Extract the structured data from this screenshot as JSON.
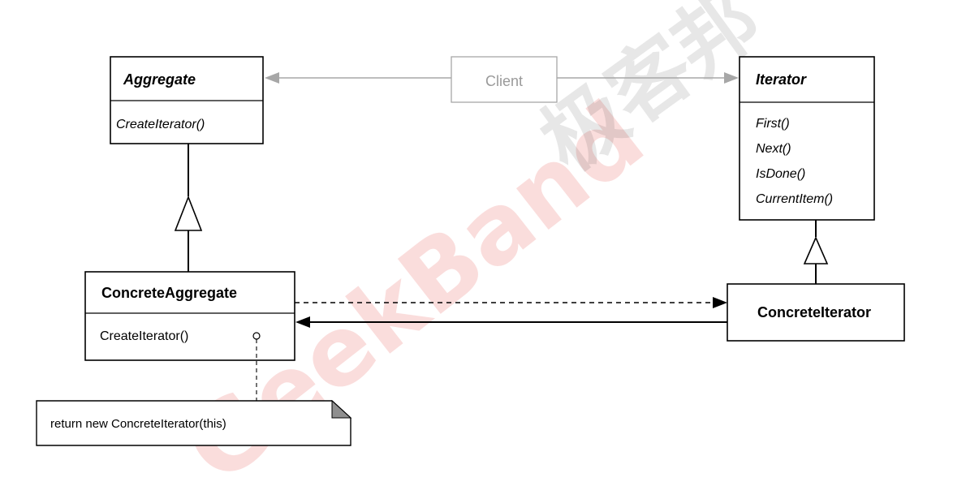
{
  "watermark": {
    "brand": "GeekBand",
    "cjk": "极客邦"
  },
  "classes": {
    "aggregate": {
      "name": "Aggregate",
      "operations": [
        "CreateIterator()"
      ]
    },
    "iterator": {
      "name": "Iterator",
      "operations": [
        "First()",
        "Next()",
        "IsDone()",
        "CurrentItem()"
      ]
    },
    "concrete_aggregate": {
      "name": "ConcreteAggregate",
      "operations": [
        "CreateIterator()"
      ]
    },
    "concrete_iterator": {
      "name": "ConcreteIterator"
    },
    "client": {
      "name": "Client"
    }
  },
  "note": {
    "text": "return new ConcreteIterator(this)"
  },
  "colors": {
    "line": "#000000",
    "client": "#a7a7a7",
    "watermark": "#e3342f"
  }
}
